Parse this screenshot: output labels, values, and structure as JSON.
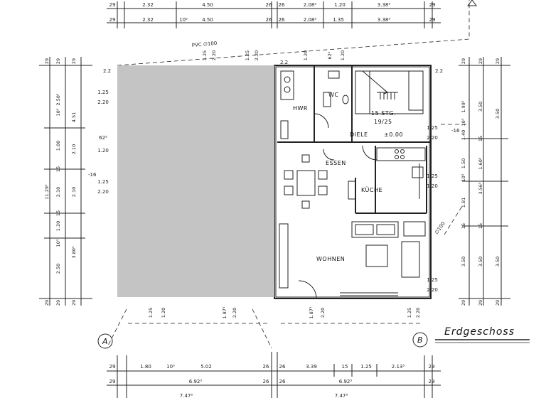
{
  "title": "Erdgeschoss",
  "axes": [
    "A",
    "B"
  ],
  "rooms": {
    "hwr": "HWR",
    "wc": "WC",
    "stairs": "15 STG.",
    "stairs_ratio": "19/25",
    "diele": "DIELE",
    "level": "±0.00",
    "essen": "ESSEN",
    "kueche": "KÜCHE",
    "wohnen": "WOHNEN"
  },
  "annotations": {
    "pvc_top": "PVC ∅100",
    "pvc_right": "∅100",
    "corner_tl": "2.2",
    "corner_tr1": "2.2",
    "corner_tr2": "2.2",
    "level_right": "-16",
    "level_left": "-16"
  },
  "dims": {
    "top_row1": [
      "29",
      "2.32",
      "4.50",
      "26",
      "26",
      "2.08⁵",
      "1.20",
      "3.38⁵",
      "29"
    ],
    "top_row2": [
      "29",
      "2.32",
      "10⁵",
      "4.50",
      "26",
      "26",
      "2.08⁵",
      "1.35",
      "3.38⁵",
      "29"
    ],
    "top_open_left": [
      "1.25",
      "2.20",
      "1.25",
      "2.20"
    ],
    "top_open_right": [
      "1.20",
      "62⁵",
      "1.20"
    ],
    "left_outer": [
      "29",
      "11.29⁵",
      "29"
    ],
    "left_col1": [
      "29",
      "2.50⁵",
      "10⁵",
      "1.00",
      "15",
      "2.10",
      "15",
      "1.20",
      "10⁵",
      "2.50",
      "29"
    ],
    "left_col2": [
      "29",
      "4.51",
      "2.10",
      "2.10",
      "3.80⁵",
      "29"
    ],
    "left_open": [
      "1.25",
      "2.20",
      "62⁵",
      "1.20",
      "1.25",
      "2.20"
    ],
    "right_col1": [
      "29",
      "1.99⁵",
      "10⁵",
      "1.40",
      "1.50",
      "10⁵",
      "1.81",
      "15",
      "3.50",
      "29"
    ],
    "right_col2": [
      "29",
      "3.50",
      "15",
      "1.60⁵",
      "3.56⁵",
      "15",
      "3.50",
      "29"
    ],
    "right_col3": [
      "29",
      "3.50",
      "3.50",
      "29"
    ],
    "right_open": [
      "1.25",
      "2.20",
      "1.25",
      "1.20",
      "1.25",
      "2.20"
    ],
    "bottom_open": [
      "1.25",
      "1.20",
      "1.87⁵",
      "2.20",
      "1.87⁵",
      "2.20",
      "1.25",
      "2.20"
    ],
    "bottom_row1": [
      "29",
      "1.80",
      "10⁵",
      "5.02",
      "26",
      "26",
      "3.39",
      "15",
      "1.25",
      "2.13⁵",
      "29"
    ],
    "bottom_row2": [
      "29",
      "6.92⁵",
      "26",
      "26",
      "6.92⁵",
      "29"
    ],
    "bottom_row3": [
      "7.47⁵",
      "7.47⁵"
    ]
  },
  "redaction_color": "#c4c4c4"
}
